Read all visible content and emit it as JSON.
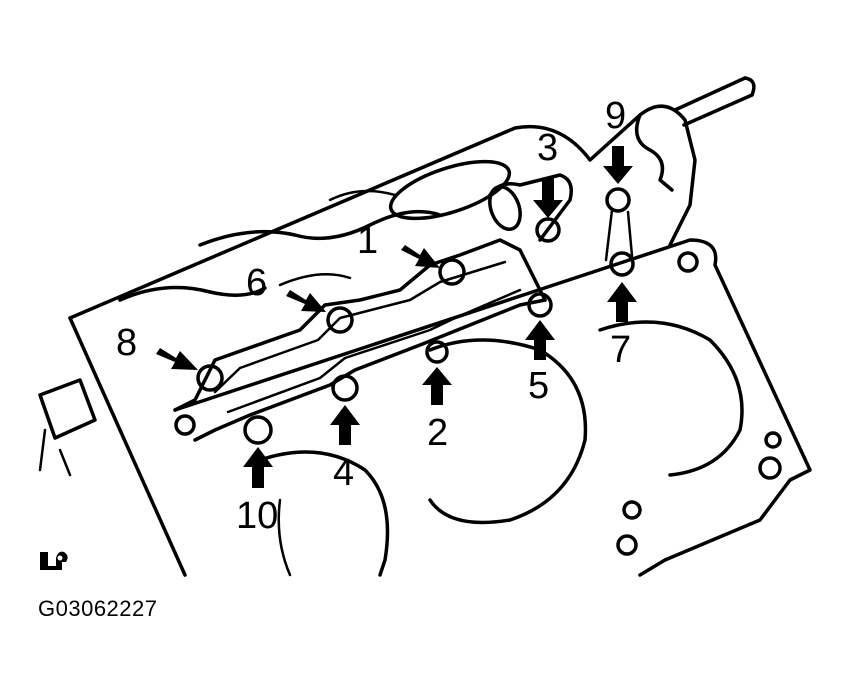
{
  "figure_id": "G03062227",
  "symbol_icon": "torque-wrench-symbol-icon",
  "colors": {
    "ink": "#000000",
    "paper": "#ffffff"
  },
  "bolts": [
    {
      "label": "1",
      "direction": "down-right"
    },
    {
      "label": "2",
      "direction": "up"
    },
    {
      "label": "3",
      "direction": "down"
    },
    {
      "label": "4",
      "direction": "up"
    },
    {
      "label": "5",
      "direction": "up"
    },
    {
      "label": "6",
      "direction": "down-right"
    },
    {
      "label": "7",
      "direction": "up"
    },
    {
      "label": "8",
      "direction": "down-right"
    },
    {
      "label": "9",
      "direction": "down"
    },
    {
      "label": "10",
      "direction": "up"
    }
  ]
}
